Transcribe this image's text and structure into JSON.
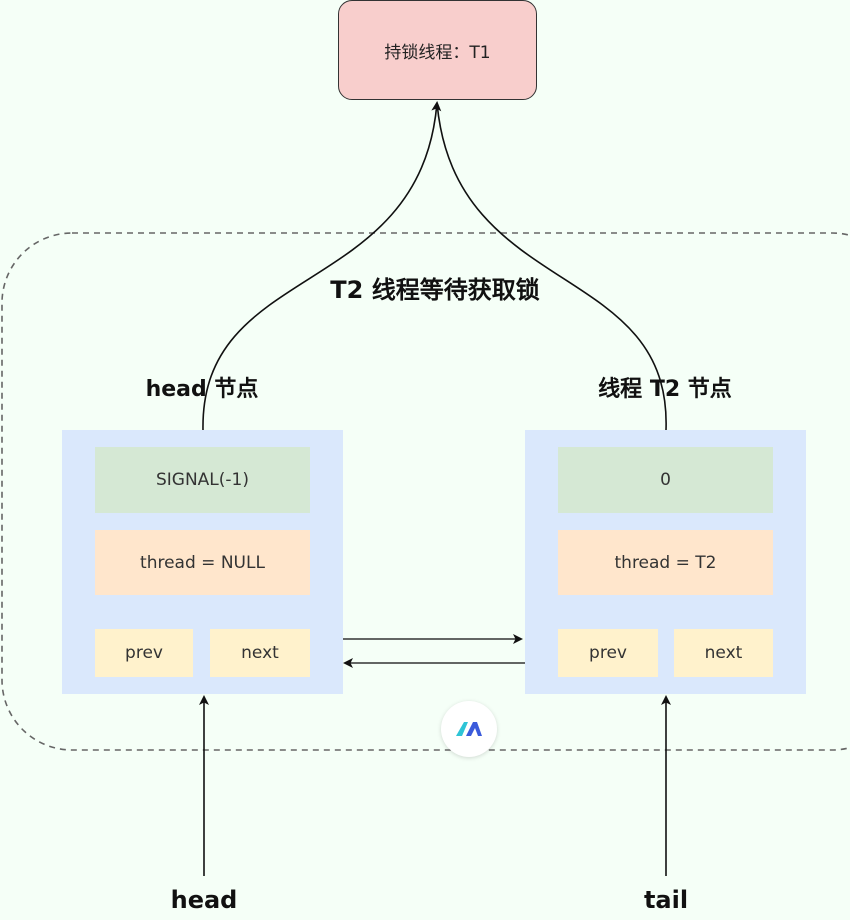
{
  "lock_owner": {
    "label": "持锁线程：T1"
  },
  "wait_group": {
    "title": "T2 线程等待获取锁"
  },
  "nodes": [
    {
      "title": "head 节点",
      "wait_status": "SIGNAL(-1)",
      "thread": "thread = NULL",
      "prev": "prev",
      "next": "next"
    },
    {
      "title": "线程 T2 节点",
      "wait_status": "0",
      "thread": "thread = T2",
      "prev": "prev",
      "next": "next"
    }
  ],
  "pointers": {
    "head": "head",
    "tail": "tail"
  },
  "colors": {
    "background": "#f5fff7",
    "lock_owner_fill": "#f8cecc",
    "node_panel": "#dae8fc",
    "status_cell": "#d5e8d4",
    "thread_cell": "#ffe6cc",
    "pointer_cell": "#fff2cc"
  }
}
